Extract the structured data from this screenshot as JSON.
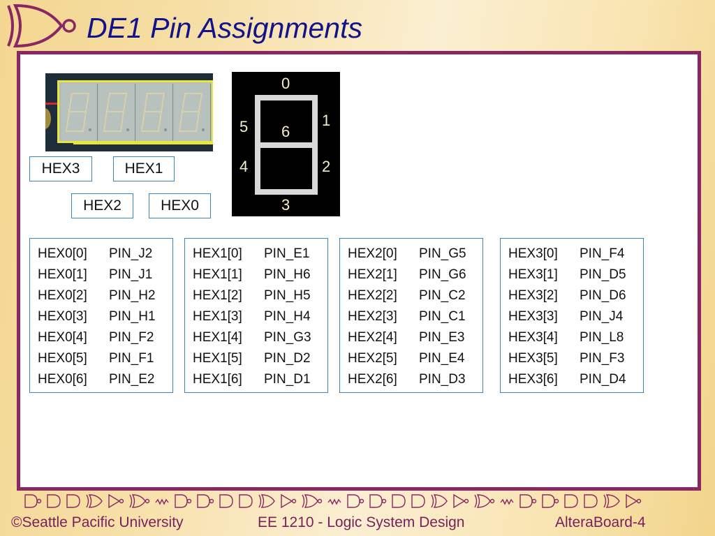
{
  "title": "DE1 Pin Assignments",
  "logo_icon": "xnor-gate-logo",
  "photo": {
    "description": "DE1 board four seven-segment displays",
    "digit_count": 4
  },
  "hex_labels": [
    "HEX3",
    "HEX1",
    "HEX2",
    "HEX0"
  ],
  "segment_diagram": {
    "segments": [
      "0",
      "1",
      "2",
      "3",
      "4",
      "5",
      "6"
    ]
  },
  "pin_tables": [
    {
      "name": "HEX0",
      "rows": [
        {
          "signal": "HEX0[0]",
          "pin": "PIN_J2"
        },
        {
          "signal": "HEX0[1]",
          "pin": "PIN_J1"
        },
        {
          "signal": "HEX0[2]",
          "pin": "PIN_H2"
        },
        {
          "signal": "HEX0[3]",
          "pin": "PIN_H1"
        },
        {
          "signal": "HEX0[4]",
          "pin": "PIN_F2"
        },
        {
          "signal": "HEX0[5]",
          "pin": "PIN_F1"
        },
        {
          "signal": "HEX0[6]",
          "pin": "PIN_E2"
        }
      ]
    },
    {
      "name": "HEX1",
      "rows": [
        {
          "signal": "HEX1[0]",
          "pin": "PIN_E1"
        },
        {
          "signal": "HEX1[1]",
          "pin": "PIN_H6"
        },
        {
          "signal": "HEX1[2]",
          "pin": "PIN_H5"
        },
        {
          "signal": "HEX1[3]",
          "pin": "PIN_H4"
        },
        {
          "signal": "HEX1[4]",
          "pin": "PIN_G3"
        },
        {
          "signal": "HEX1[5]",
          "pin": "PIN_D2"
        },
        {
          "signal": "HEX1[6]",
          "pin": "PIN_D1"
        }
      ]
    },
    {
      "name": "HEX2",
      "rows": [
        {
          "signal": "HEX2[0]",
          "pin": "PIN_G5"
        },
        {
          "signal": "HEX2[1]",
          "pin": "PIN_G6"
        },
        {
          "signal": "HEX2[2]",
          "pin": "PIN_C2"
        },
        {
          "signal": "HEX2[3]",
          "pin": "PIN_C1"
        },
        {
          "signal": "HEX2[4]",
          "pin": "PIN_E3"
        },
        {
          "signal": "HEX2[5]",
          "pin": "PIN_E4"
        },
        {
          "signal": "HEX2[6]",
          "pin": "PIN_D3"
        }
      ]
    },
    {
      "name": "HEX3",
      "rows": [
        {
          "signal": "HEX3[0]",
          "pin": "PIN_F4"
        },
        {
          "signal": "HEX3[1]",
          "pin": "PIN_D5"
        },
        {
          "signal": "HEX3[2]",
          "pin": "PIN_D6"
        },
        {
          "signal": "HEX3[3]",
          "pin": "PIN_J4"
        },
        {
          "signal": "HEX3[4]",
          "pin": "PIN_L8"
        },
        {
          "signal": "HEX3[5]",
          "pin": "PIN_F3"
        },
        {
          "signal": "HEX3[6]",
          "pin": "PIN_D4"
        }
      ]
    }
  ],
  "gate_strip": [
    "nand",
    "and",
    "and",
    "xor",
    "not",
    "xnor",
    "resistor",
    "nand",
    "nand",
    "and",
    "and",
    "xor",
    "not",
    "xnor",
    "resistor",
    "nand",
    "nand",
    "and",
    "and",
    "xor",
    "not",
    "xnor",
    "resistor",
    "nand",
    "nand",
    "and",
    "and",
    "xor",
    "not"
  ],
  "footer": {
    "copyright": "©Seattle Pacific University",
    "course": "EE 1210 - Logic System Design",
    "slide": "AlteraBoard-4"
  },
  "colors": {
    "title": "#12128c",
    "accent": "#8b2665",
    "box_border": "#3a86c0",
    "segment": "#d8d8d8",
    "segment_label": "#f4f0c8"
  }
}
